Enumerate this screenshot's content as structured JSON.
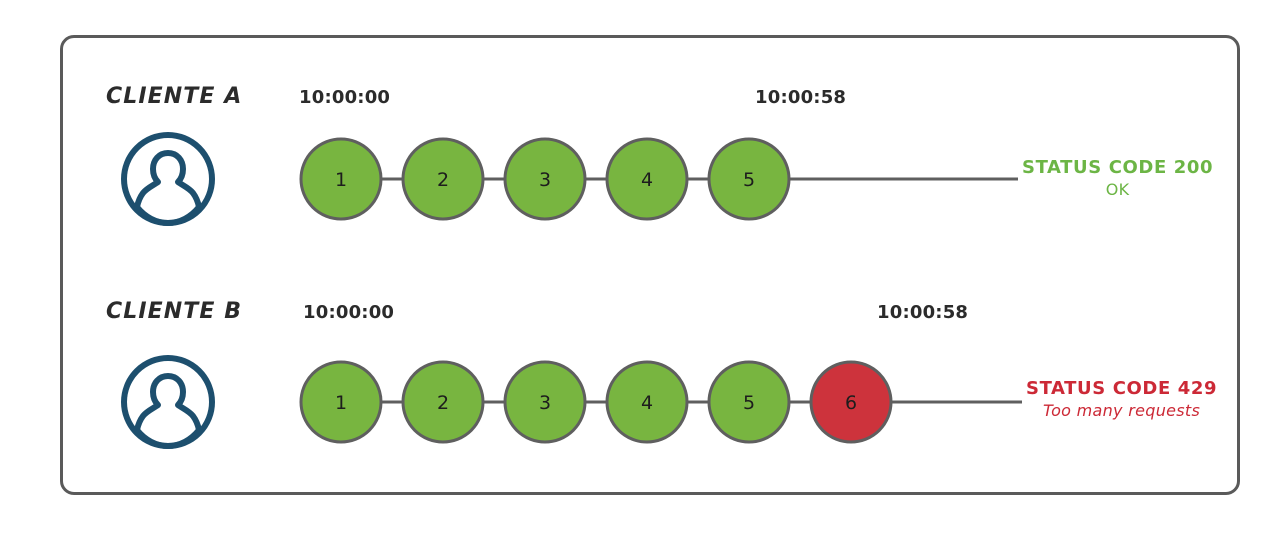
{
  "diagram": {
    "title": "Rate limiting client request timeline",
    "frame_color": "#5a5a5a",
    "background": "#ffffff"
  },
  "colors": {
    "node_ok": "#78b540",
    "node_error": "#cd333c",
    "node_stroke": "#5f5f5f",
    "avatar": "#1d4f6e",
    "status_ok_text": "#6cb545",
    "status_error_text": "#cc2936",
    "label_text": "#2b2b2b"
  },
  "rows": [
    {
      "client_label": "CLIENTE A",
      "avatar_icon": "user-avatar-icon",
      "time_start": "10:00:00",
      "time_end": "10:00:58",
      "nodes": [
        {
          "label": "1",
          "state": "ok"
        },
        {
          "label": "2",
          "state": "ok"
        },
        {
          "label": "3",
          "state": "ok"
        },
        {
          "label": "4",
          "state": "ok"
        },
        {
          "label": "5",
          "state": "ok"
        }
      ],
      "status": {
        "code": "STATUS CODE 200",
        "sub": "OK",
        "state": "ok"
      }
    },
    {
      "client_label": "CLIENTE B",
      "avatar_icon": "user-avatar-icon",
      "time_start": "10:00:00",
      "time_end": "10:00:58",
      "nodes": [
        {
          "label": "1",
          "state": "ok"
        },
        {
          "label": "2",
          "state": "ok"
        },
        {
          "label": "3",
          "state": "ok"
        },
        {
          "label": "4",
          "state": "ok"
        },
        {
          "label": "5",
          "state": "ok"
        },
        {
          "label": "6",
          "state": "error"
        }
      ],
      "status": {
        "code": "STATUS CODE 429",
        "sub": "Too many requests",
        "state": "error"
      }
    }
  ]
}
